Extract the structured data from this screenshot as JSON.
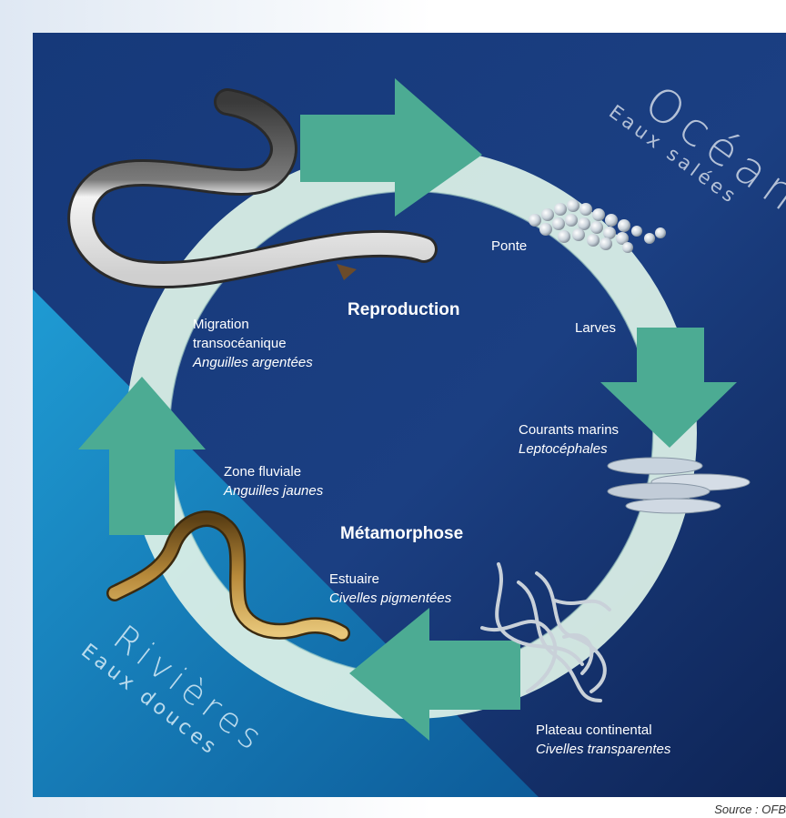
{
  "zones": {
    "ocean": {
      "title": "Océan",
      "subtitle": "Eaux salées"
    },
    "rivers": {
      "title": "Rivières",
      "subtitle": "Eaux douces"
    }
  },
  "stages": {
    "reproduction": "Reproduction",
    "metamorphosis": "Métamorphose"
  },
  "labels": {
    "ponte": "Ponte",
    "larves": "Larves",
    "courants": {
      "line1": "Courants marins",
      "line2": "Leptocéphales"
    },
    "plateau": {
      "line1": "Plateau continental",
      "line2": "Civelles transparentes"
    },
    "estuaire": {
      "line1": "Estuaire",
      "line2": "Civelles pigmentées"
    },
    "fluviale": {
      "line1": "Zone fluviale",
      "line2": "Anguilles jaunes"
    },
    "migration": {
      "line1": "Migration",
      "line2": "transocéanique",
      "line3": "Anguilles argentées"
    }
  },
  "source": "Source : OFB",
  "colors": {
    "ocean_dark": "#0e2a63",
    "ocean_mid": "#1d4488",
    "river": "#1a8fc9",
    "ring": "#d9eee6",
    "arrow": "#4cab93"
  }
}
